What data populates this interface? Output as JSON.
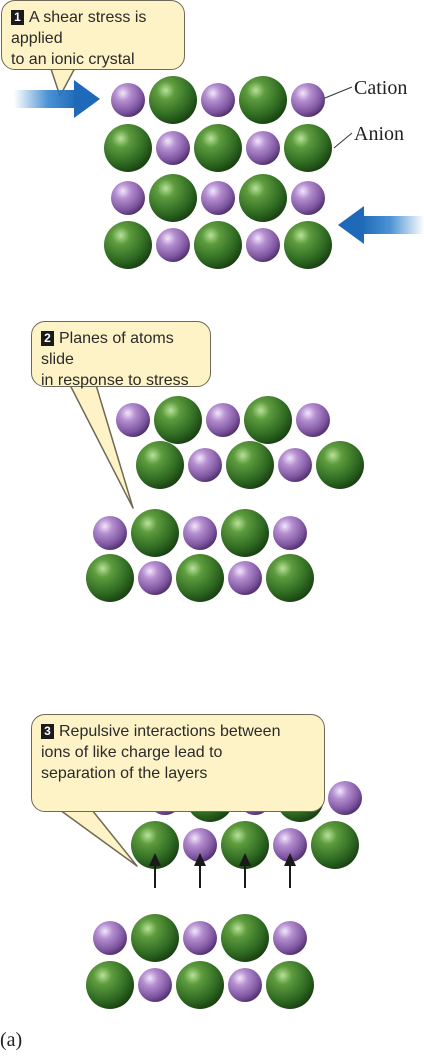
{
  "panels": [
    {
      "step": "1",
      "text_lines": [
        "A shear stress is applied",
        "to an ionic crystal"
      ]
    },
    {
      "step": "2",
      "text_lines": [
        "Planes of atoms slide",
        "in response to stress"
      ]
    },
    {
      "step": "3",
      "text_lines": [
        "Repulsive interactions between",
        "ions of like charge lead to",
        "separation of the layers"
      ]
    }
  ],
  "labels": {
    "cation": "Cation",
    "anion": "Anion",
    "panel_label": "(a)"
  },
  "colors": {
    "cation": "#a77fc4",
    "anion": "#3e7a2e",
    "callout_fill": "#fdf3c6",
    "force_arrow": "#2b7fcc"
  },
  "icons": [
    "force-arrow-right-icon",
    "force-arrow-left-icon",
    "separation-arrow-icon"
  ]
}
